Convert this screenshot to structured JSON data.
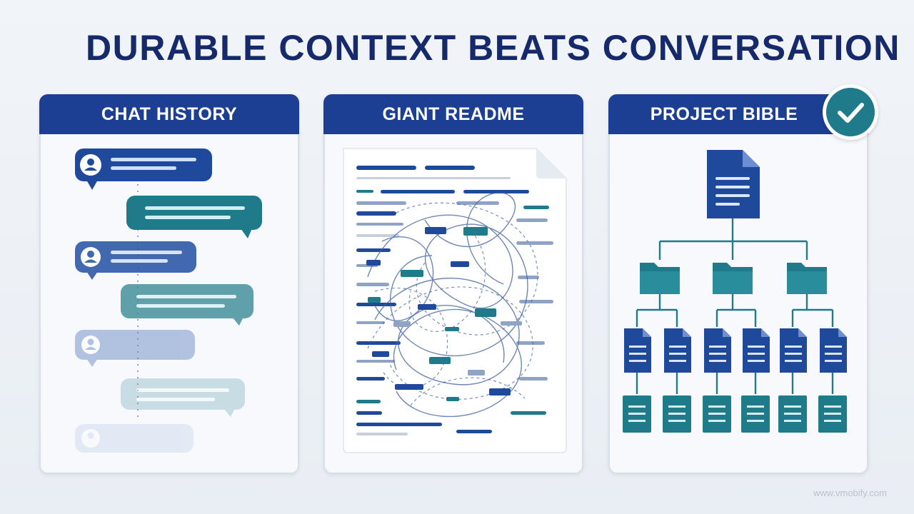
{
  "title": "DURABLE CONTEXT BEATS CONVERSATION",
  "panels": [
    {
      "header": "CHAT HISTORY"
    },
    {
      "header": "GIANT README"
    },
    {
      "header": "PROJECT BIBLE"
    }
  ],
  "icons": {
    "badge": "checkmark-icon",
    "user": "user-avatar-icon",
    "document": "document-icon",
    "folder": "folder-icon"
  },
  "colors": {
    "navy": "#1c3f94",
    "teal": "#1f7a8a",
    "title": "#16296b"
  },
  "watermark": "www.vmobify.com"
}
